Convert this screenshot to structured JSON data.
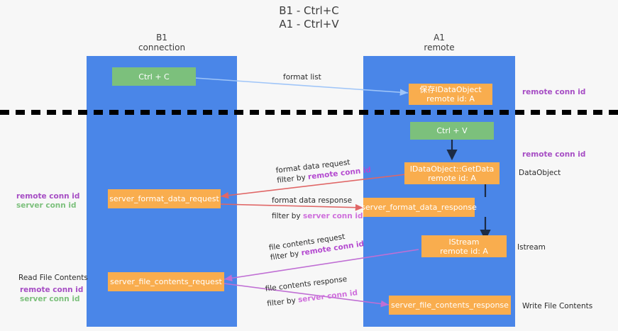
{
  "title": {
    "line1": "B1 - Ctrl+C",
    "line2": "A1 - Ctrl+V"
  },
  "lanes": [
    {
      "id": "b1",
      "name": "B1",
      "role": "connection",
      "color": "#4a86e8"
    },
    {
      "id": "a1",
      "name": "A1",
      "role": "remote",
      "color": "#4a86e8"
    }
  ],
  "nodes": {
    "ctrl_c": {
      "line1": "Ctrl + C",
      "line2": "",
      "color": "#7cc07c"
    },
    "ctrl_v": {
      "line1": "Ctrl + V",
      "line2": "",
      "color": "#7cc07c"
    },
    "save_idataobject": {
      "line1": "保存IDataObject",
      "line2": "remote id: A",
      "color": "#f9ad4e"
    },
    "idataobject_getdata": {
      "line1": "IDataObject::GetData",
      "line2": "remote id: A",
      "color": "#f9ad4e"
    },
    "istream": {
      "line1": "IStream",
      "line2": "remote id: A",
      "color": "#f9ad4e"
    },
    "format_data_request": {
      "line1": "server_format_data_request",
      "line2": "",
      "color": "#f9ad4e"
    },
    "format_data_response": {
      "line1": "server_format_data_response",
      "line2": "",
      "color": "#f9ad4e"
    },
    "file_contents_request": {
      "line1": "server_file_contents_request",
      "line2": "",
      "color": "#f9ad4e"
    },
    "file_contents_response": {
      "line1": "server_file_contents_response",
      "line2": "",
      "color": "#f9ad4e"
    }
  },
  "edges": [
    {
      "id": "format_list",
      "label": "format list",
      "filter_prefix": "",
      "filter_key": "",
      "color": "#9fc5f8"
    },
    {
      "id": "format_data_req",
      "label": "format data request",
      "filter_prefix": "filter by",
      "filter_key": "remote conn id",
      "color": "#e06666"
    },
    {
      "id": "format_data_resp",
      "label": "format data response",
      "filter_prefix": "filter by",
      "filter_key": "server conn id",
      "color": "#e06666"
    },
    {
      "id": "file_contents_req",
      "label": "file contents request",
      "filter_prefix": "filter by",
      "filter_key": "remote conn id",
      "color": "#c06fd4"
    },
    {
      "id": "file_contents_resp",
      "label": "file contents response",
      "filter_prefix": "filter by",
      "filter_key": "server conn id",
      "color": "#c06fd4"
    }
  ],
  "right_notes": [
    {
      "id": "remote-conn-id-top",
      "text": "remote conn id",
      "style": "remote"
    },
    {
      "id": "remote-conn-id-mid",
      "text": "remote conn id",
      "style": "remote"
    },
    {
      "id": "dataobject",
      "text": "DataObject",
      "style": "plain"
    },
    {
      "id": "istream",
      "text": "Istream",
      "style": "plain"
    },
    {
      "id": "write-file-contents",
      "text": "Write File Contents",
      "style": "plain"
    }
  ],
  "left_notes": [
    {
      "id": "left-remote-conn-id-1",
      "text": "remote conn id",
      "style": "remote"
    },
    {
      "id": "left-server-conn-id-1",
      "text": "server conn id",
      "style": "server"
    },
    {
      "id": "read-file-contents",
      "text": "Read File Contents",
      "style": "plain"
    },
    {
      "id": "left-remote-conn-id-2",
      "text": "remote conn id",
      "style": "remote"
    },
    {
      "id": "left-server-conn-id-2",
      "text": "server conn id",
      "style": "server"
    }
  ]
}
